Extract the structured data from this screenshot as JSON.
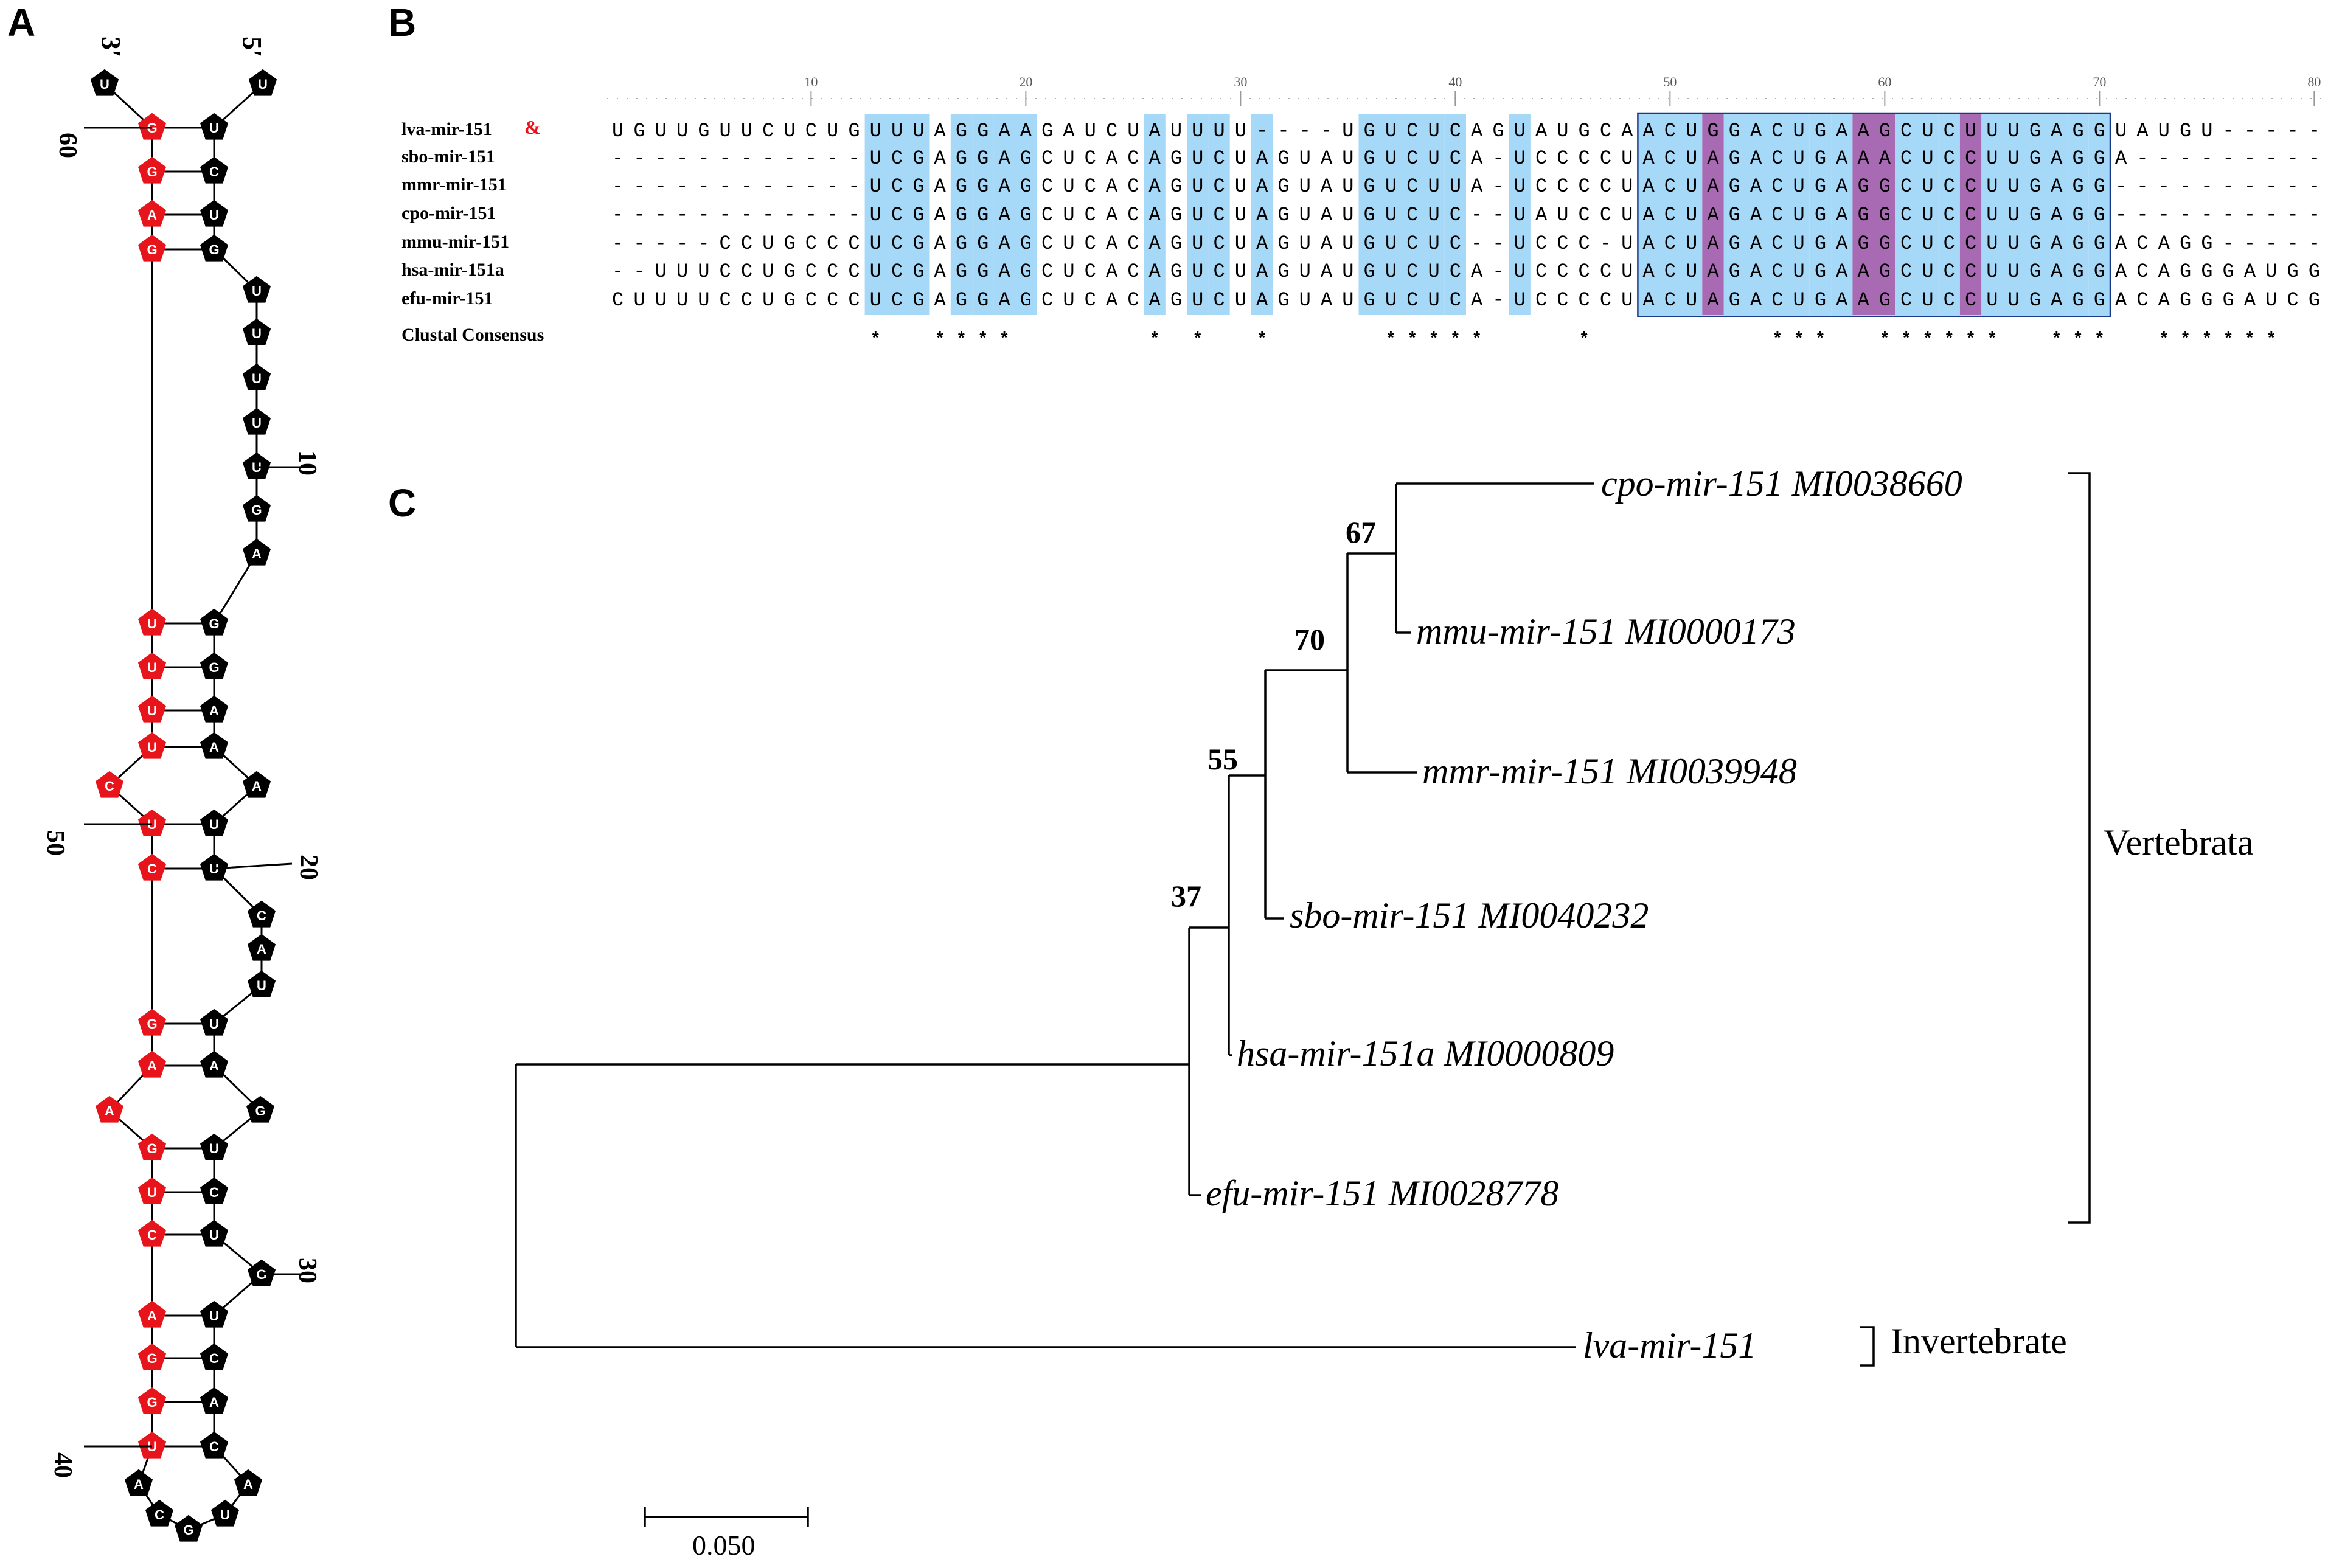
{
  "panels": {
    "a": "A",
    "b": "B",
    "c": "C"
  },
  "colors": {
    "paired": "#e8141b",
    "unpaired": "#000000",
    "blue_highlight": "#a6d8f7",
    "purple_highlight": "#a86bb3"
  },
  "panel_a": {
    "five_prime": "5′",
    "three_prime": "3′",
    "stem_left_bases": [
      "U",
      "G",
      "G",
      "A",
      "G",
      "U",
      "U",
      "U",
      "U",
      "C",
      "U",
      "C",
      "G",
      "A",
      "A",
      "G",
      "U",
      "C",
      "A",
      "G",
      "G",
      "U",
      "C",
      "A",
      "U"
    ],
    "stem_right_bases": [
      "U",
      "U",
      "C",
      "U",
      "G",
      "U",
      "U",
      "U",
      "U",
      "U",
      "G",
      "A",
      "G",
      "G",
      "A",
      "A",
      "A",
      "U",
      "U",
      "C",
      "A",
      "U",
      "U",
      "A",
      "G",
      "U",
      "C",
      "U",
      "G",
      "U",
      "C",
      "A",
      "C",
      "C",
      "A"
    ],
    "loop_bases": [
      "A",
      "C",
      "G",
      "U",
      "A"
    ],
    "position_labels": [
      "60",
      "10",
      "50",
      "20",
      "30",
      "40"
    ]
  },
  "panel_b": {
    "ruler_ticks": [
      "10",
      "20",
      "30",
      "40",
      "50",
      "60",
      "70",
      "80"
    ],
    "sequences": [
      {
        "name": "lva-mir-151",
        "seq": "UGUUGUUCUCUGUUUAGGAAGAUCUAUUUU----UGUCUCAGUAUGCAACUGGACUGAAGCUCUUUGAGGUAUGU-----"
      },
      {
        "name": "sbo-mir-151",
        "seq": "------------UCGAGGAGCUCACAGUCUAGUAUGUCUCA-UCCCCUACUAGACUGAAACUCCUUGAGGA---------"
      },
      {
        "name": "mmr-mir-151",
        "seq": "------------UCGAGGAGCUCACAGUCUAGUAUGUCUUA-UCCCCUACUAGACUGAGGCUCCUUGAGG----------"
      },
      {
        "name": "cpo-mir-151",
        "seq": "------------UCGAGGAGCUCACAGUCUAGUAUGUCUC--UAUCCUACUAGACUGAGGCUCCUUGAGG----------"
      },
      {
        "name": "mmu-mir-151",
        "seq": "-----CCUGCCCUCGAGGAGCUCACAGUCUAGUAUGUCUC--UCCC-UACUAGACUGAGGCUCCUUGAGGACAGG-----"
      },
      {
        "name": "hsa-mir-151a",
        "seq": "--UUUCCUGCCCUCGAGGAGCUCACAGUCUAGUAUGUCUCA-UCCCCUACUAGACUGAAGCUCCUUGAGGACAGGGAUGG"
      },
      {
        "name": "efu-mir-151",
        "seq": "CUUUUCCUGCCCUCGAGGAGCUCACAGUCUAGUAUGUCUCA-UCCCCUACUAGACUGAAGCUCCUUGAGGACAGGGAUCG"
      }
    ],
    "marker": "&",
    "consensus_label": "Clustal Consensus",
    "consensus": "            *  ****      * *  *     *****    *        ***  ******  ***  ******"
  },
  "panel_c": {
    "leaves": [
      {
        "label": "cpo-mir-151 MI0038660"
      },
      {
        "label": "mmu-mir-151 MI0000173"
      },
      {
        "label": "mmr-mir-151 MI0039948"
      },
      {
        "label": "sbo-mir-151 MI0040232"
      },
      {
        "label": "hsa-mir-151a MI0000809"
      },
      {
        "label": "efu-mir-151 MI0028778"
      },
      {
        "label": "lva-mir-151"
      }
    ],
    "bootstrap": [
      "67",
      "70",
      "55",
      "37"
    ],
    "groups": [
      {
        "label": "Vertebrata"
      },
      {
        "label": "Invertebrate"
      }
    ],
    "scale_bar": "0.050"
  }
}
